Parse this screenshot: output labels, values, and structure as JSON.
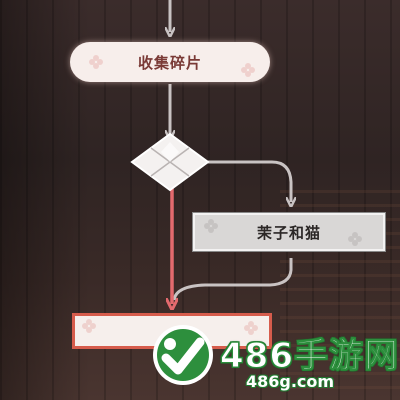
{
  "flowchart": {
    "nodes": {
      "collect_fragments": "收集碎片",
      "jasmine_and_cat": "茉子和猫",
      "bottom_node": ""
    },
    "colors": {
      "arrow_default": "#c9c3c3",
      "arrow_active": "#e36a6e",
      "active_border": "#d65c4c",
      "node_text": "#7a3a36"
    }
  },
  "watermark": {
    "brand": "486手游网",
    "url": "486g.com",
    "color": "#2d8f3d"
  }
}
